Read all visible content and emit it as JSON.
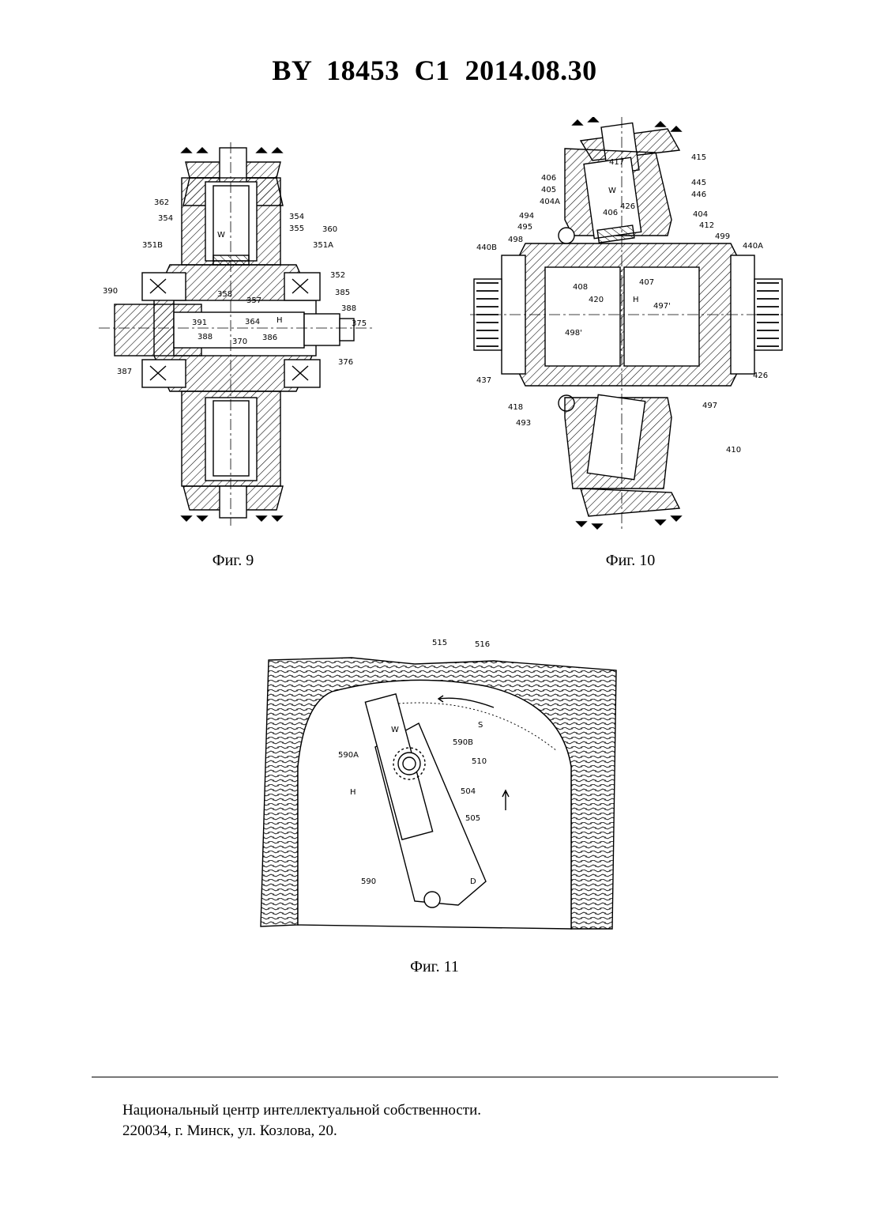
{
  "header": {
    "title": "BY  18453  C1  2014.08.30"
  },
  "figures": [
    {
      "caption": "Фиг. 9",
      "labels": [
        "362",
        "354",
        "354",
        "355",
        "360",
        "351B",
        "351A",
        "352",
        "W",
        "390",
        "358",
        "357",
        "385",
        "388",
        "375",
        "391",
        "364",
        "H",
        "388",
        "370",
        "386",
        "376",
        "387"
      ]
    },
    {
      "caption": "Фиг. 10",
      "labels": [
        "415",
        "417",
        "406",
        "405",
        "404A",
        "445",
        "446",
        "W",
        "406",
        "426",
        "404",
        "412",
        "494",
        "495",
        "499",
        "498",
        "440B",
        "440A",
        "408",
        "420",
        "407",
        "H",
        "497'",
        "498'",
        "437",
        "426",
        "418",
        "493",
        "497",
        "410"
      ]
    },
    {
      "caption": "Фиг. 11",
      "labels": [
        "515",
        "516",
        "S",
        "W",
        "590B",
        "590A",
        "510",
        "H",
        "504",
        "505",
        "590",
        "D"
      ]
    }
  ],
  "footer": {
    "line1": "Национальный центр интеллектуальной собственности.",
    "line2": "220034, г. Минск, ул. Козлова, 20."
  }
}
